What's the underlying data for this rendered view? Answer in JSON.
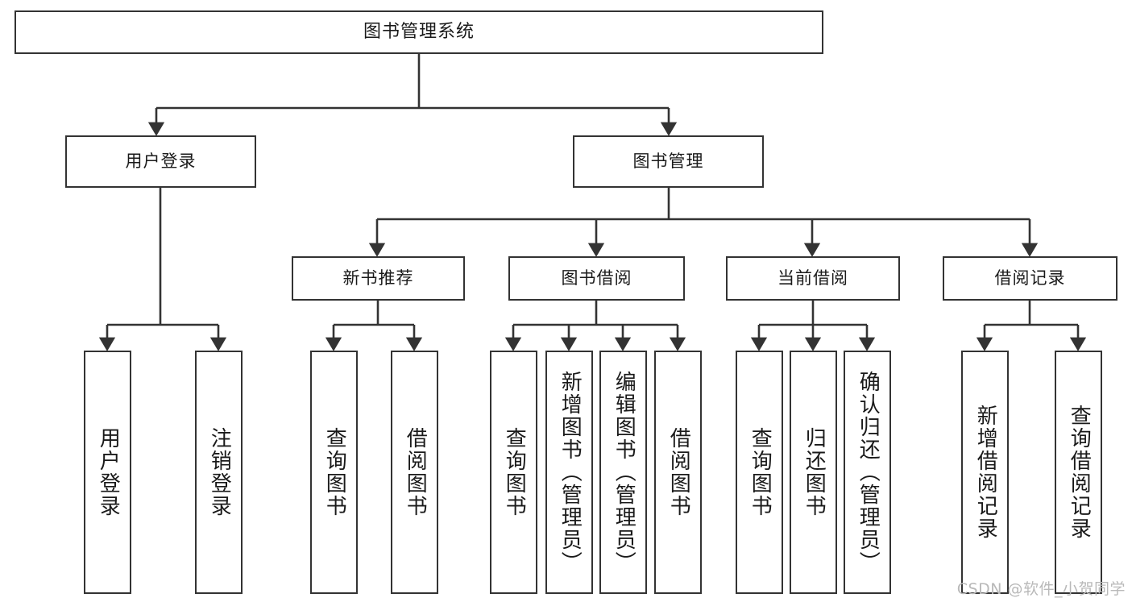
{
  "diagram": {
    "title": "图书管理系统",
    "type": "function-hierarchy-tree",
    "watermark": "CSDN @软件_小贺同学",
    "colors": {
      "box_border": "#333333",
      "box_fill": "#ffffff",
      "connector": "#333333",
      "text": "#1a1a1a",
      "watermark": "#b9b9b9"
    },
    "root": {
      "label": "图书管理系统"
    },
    "level2": [
      {
        "label": "用户登录"
      },
      {
        "label": "图书管理"
      }
    ],
    "level3": [
      {
        "label": "新书推荐"
      },
      {
        "label": "图书借阅"
      },
      {
        "label": "当前借阅"
      },
      {
        "label": "借阅记录"
      }
    ],
    "leaves": {
      "user_login": [
        {
          "label": "用户登录"
        },
        {
          "label": "注销登录"
        }
      ],
      "new_book_recommend": [
        {
          "label": "查询图书"
        },
        {
          "label": "借阅图书"
        }
      ],
      "book_borrow": [
        {
          "label": "查询图书"
        },
        {
          "label": "新增图书（管理员）"
        },
        {
          "label": "编辑图书（管理员）"
        },
        {
          "label": "借阅图书"
        }
      ],
      "current_borrow": [
        {
          "label": "查询图书"
        },
        {
          "label": "归还图书"
        },
        {
          "label": "确认归还（管理员）"
        }
      ],
      "borrow_record": [
        {
          "label": "新增借阅记录"
        },
        {
          "label": "查询借阅记录"
        }
      ]
    }
  }
}
